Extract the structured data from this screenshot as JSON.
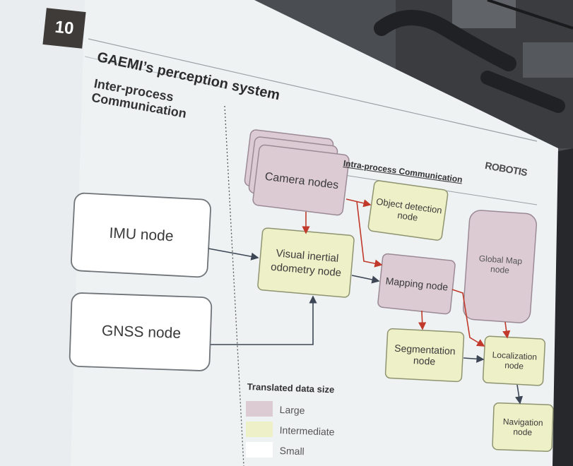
{
  "slide": {
    "number": "10",
    "title": "GAEMI’s perception system",
    "section_heading": "Inter-process Communication",
    "intra_label": "Intra-process Communication",
    "logo": "ROBOTIS"
  },
  "nodes": {
    "camera": "Camera nodes",
    "object_detection": "Object detection node",
    "imu": "IMU node",
    "vio": "Visual inertial odometry node",
    "mapping": "Mapping node",
    "global_map": "Global Map node",
    "gnss": "GNSS node",
    "segmentation": "Segmentation node",
    "localization": "Localization node",
    "navigation": "Navigation node"
  },
  "legend": {
    "title": "Translated data size",
    "items": [
      {
        "label": "Large",
        "color": "#dccbd3"
      },
      {
        "label": "Intermediate",
        "color": "#eef0c7"
      },
      {
        "label": "Small",
        "color": "#ffffff"
      }
    ]
  },
  "colors": {
    "large": "#dccbd3",
    "intermediate": "#eef0c7",
    "small": "#ffffff",
    "red_arrow": "#c0392b",
    "dark_arrow": "#3d4655"
  }
}
